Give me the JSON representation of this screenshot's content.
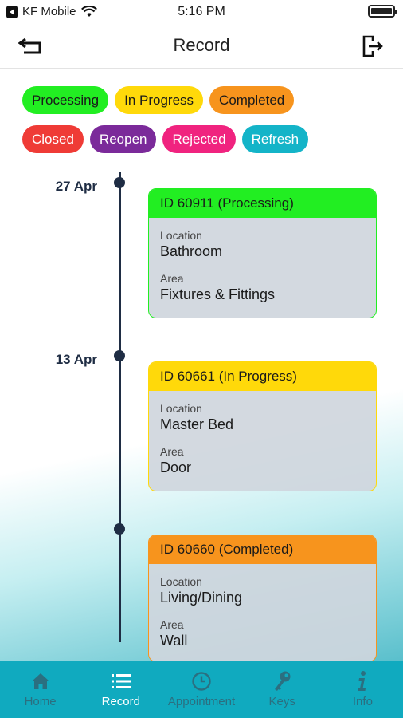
{
  "status_bar": {
    "carrier": "KF Mobile",
    "time": "5:16 PM"
  },
  "header": {
    "title": "Record"
  },
  "filters": [
    {
      "label": "Processing",
      "bg": "#22ee22",
      "fg": "#1a1a1a"
    },
    {
      "label": "In Progress",
      "bg": "#ffd90a",
      "fg": "#1a1a1a"
    },
    {
      "label": "Completed",
      "bg": "#f7941d",
      "fg": "#1a1a1a"
    },
    {
      "label": "Closed",
      "bg": "#ef3b36",
      "fg": "#ffffff"
    },
    {
      "label": "Reopen",
      "bg": "#7b2a9a",
      "fg": "#ffffff"
    },
    {
      "label": "Rejected",
      "bg": "#f0237f",
      "fg": "#ffffff"
    },
    {
      "label": "Refresh",
      "bg": "#14b4c8",
      "fg": "#ffffff"
    }
  ],
  "records": [
    {
      "date": "27 Apr",
      "title": "ID 60911 (Processing)",
      "color": "#22ee22",
      "location_label": "Location",
      "location": "Bathroom",
      "area_label": "Area",
      "area": "Fixtures & Fittings"
    },
    {
      "date": "13 Apr",
      "title": "ID 60661 (In Progress)",
      "color": "#ffd90a",
      "location_label": "Location",
      "location": "Master Bed",
      "area_label": "Area",
      "area": "Door"
    },
    {
      "date": "",
      "title": "ID 60660 (Completed)",
      "color": "#f7941d",
      "location_label": "Location",
      "location": "Living/Dining",
      "area_label": "Area",
      "area": "Wall"
    }
  ],
  "bottom_nav": [
    {
      "label": "Home",
      "icon": "home-icon"
    },
    {
      "label": "Record",
      "icon": "list-icon",
      "active": true
    },
    {
      "label": "Appointment",
      "icon": "clock-icon"
    },
    {
      "label": "Keys",
      "icon": "key-icon"
    },
    {
      "label": "Info",
      "icon": "info-icon"
    }
  ]
}
